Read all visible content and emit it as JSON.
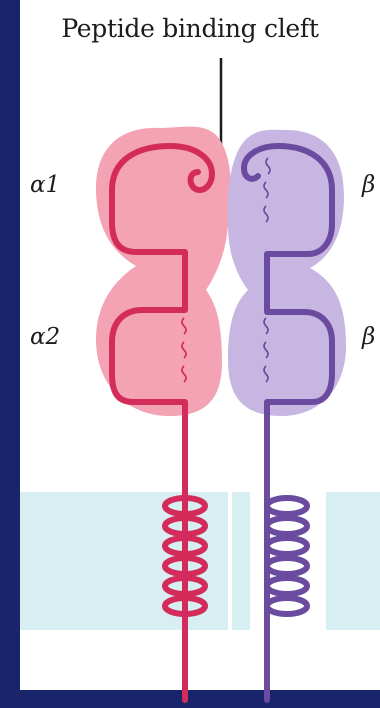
{
  "title": "Peptide binding cleft",
  "labels": {
    "alpha1": "α1",
    "alpha2": "α2",
    "beta1": "β",
    "beta2": "β"
  },
  "colors": {
    "background_frame": "#18256a",
    "alpha_fill": "#f4a3b4",
    "alpha_stroke": "#d42c5a",
    "beta_fill": "#c7b6e2",
    "beta_stroke": "#6b4ba0",
    "membrane": "#d7eff3",
    "text": "#1c1c1c"
  },
  "icons": [
    "disulfide-bond-icon",
    "transmembrane-helix-icon"
  ]
}
